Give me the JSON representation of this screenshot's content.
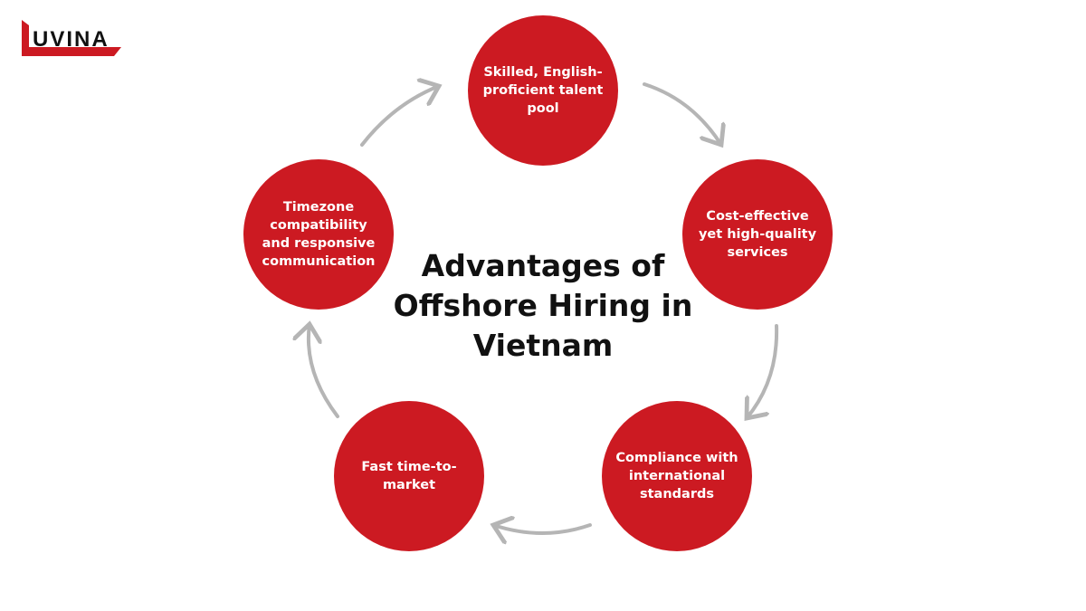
{
  "logo": {
    "text": "UVINA",
    "brand_color": "#cc1a22"
  },
  "title": "Advantages of Offshore Hiring in Vietnam",
  "items": [
    {
      "label": "Skilled, English-proficient talent pool"
    },
    {
      "label": "Cost-effective yet high-quality services"
    },
    {
      "label": "Compliance with international standards"
    },
    {
      "label": "Fast time-to-market"
    },
    {
      "label": "Timezone compatibility and responsive communication"
    }
  ],
  "colors": {
    "circle": "#cc1a22",
    "arrow": "#b5b5b5"
  }
}
